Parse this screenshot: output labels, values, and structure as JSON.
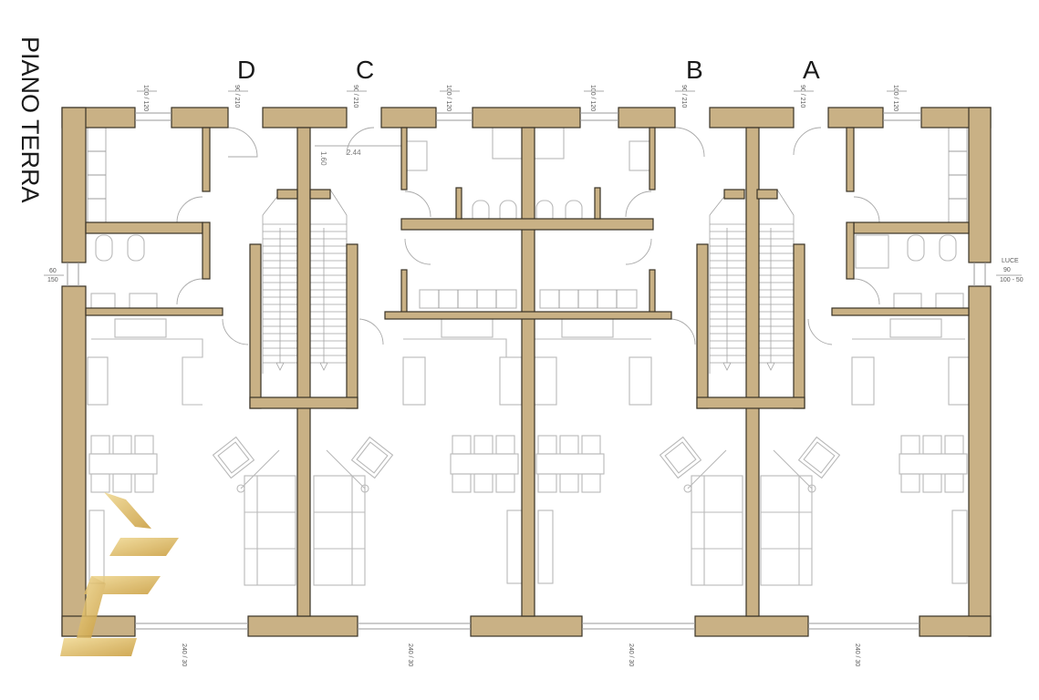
{
  "title": "PIANO TERRA",
  "units": [
    {
      "id": "d",
      "label": "D"
    },
    {
      "id": "c",
      "label": "C"
    },
    {
      "id": "b",
      "label": "B"
    },
    {
      "id": "a",
      "label": "A"
    }
  ],
  "top_dimensions": [
    {
      "id": "w1",
      "text": "100 / 120"
    },
    {
      "id": "dd",
      "text": "90 / 210"
    },
    {
      "id": "dc",
      "text": "90 / 210"
    },
    {
      "id": "w2",
      "text": "100 / 120"
    },
    {
      "id": "w3",
      "text": "100 / 120"
    },
    {
      "id": "db",
      "text": "90 / 210"
    },
    {
      "id": "da",
      "text": "90 / 210"
    },
    {
      "id": "w4",
      "text": "100 / 120"
    }
  ],
  "bottom_dimensions": [
    {
      "id": "b1",
      "text": "240 / 30"
    },
    {
      "id": "b2",
      "text": "240 / 30"
    },
    {
      "id": "b3",
      "text": "240 / 30"
    },
    {
      "id": "b4",
      "text": "240 / 30"
    }
  ],
  "left_window": {
    "top": "60",
    "bottom": "150"
  },
  "right_window": {
    "line1": "LUCE",
    "line2": "90",
    "line3": "100 - 50"
  },
  "stair_annotation": {
    "a": "1.60",
    "b": "2.44"
  },
  "colors": {
    "wall_fill": "#c9b185",
    "wall_stroke": "#3a3326",
    "furniture": "#b9b9b9",
    "logo": "#e0c070"
  }
}
